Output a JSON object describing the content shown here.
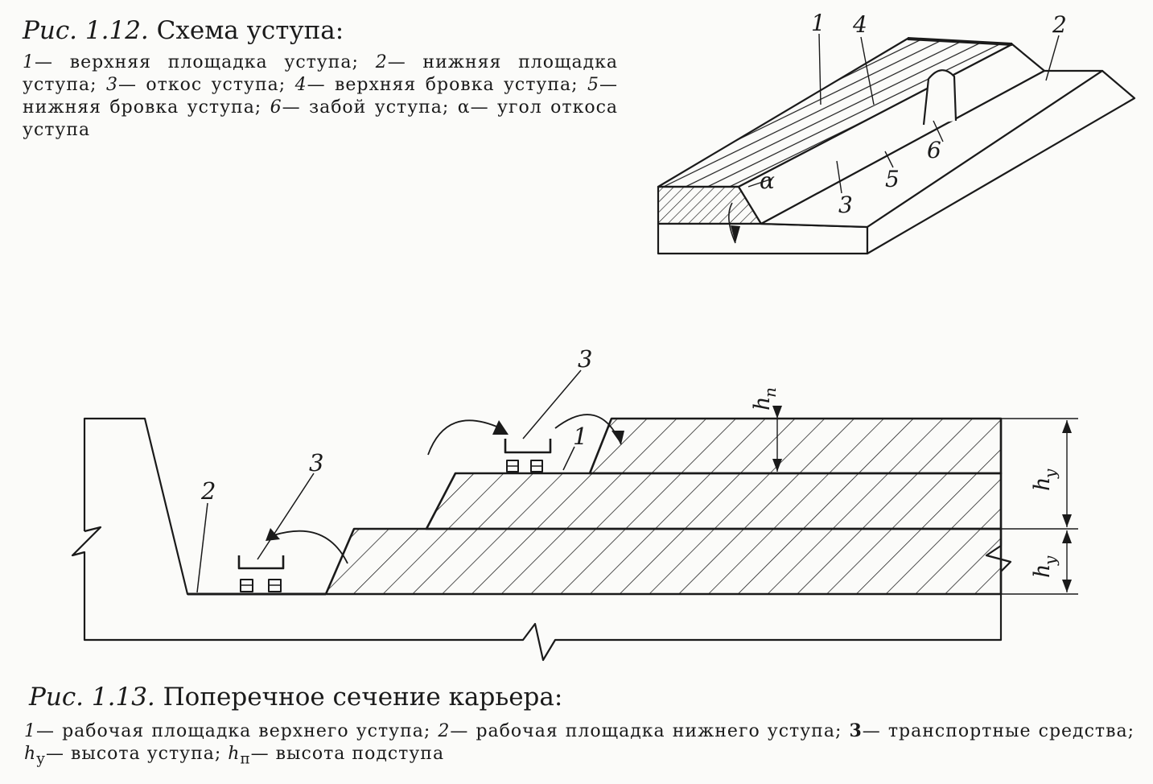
{
  "figure_1_12": {
    "caption_num": "Рис. 1.12.",
    "caption_title": "Схема уступа:",
    "legend": [
      {
        "key": "1",
        "text": "— верхняя площадка уступа;"
      },
      {
        "key": "2",
        "text": "— нижняя площадка уступа;"
      },
      {
        "key": "3",
        "text": "— откос уступа;"
      },
      {
        "key": "4",
        "text": "— верхняя бровка уступа;"
      },
      {
        "key": "5",
        "text": "— нижняя бровка уступа;"
      },
      {
        "key": "6",
        "text": "— забой уступа;"
      },
      {
        "key": "α",
        "text": "— угол откоса уступа"
      }
    ],
    "labels": [
      "1",
      "4",
      "2",
      "α",
      "6",
      "5",
      "3"
    ]
  },
  "figure_1_13": {
    "caption_num": "Рис. 1.13.",
    "caption_title": "Поперечное сечение карьера:",
    "legend": [
      {
        "key": "1",
        "text": "— рабочая площадка верхнего уступа;"
      },
      {
        "key": "2",
        "text": "— рабочая площадка нижнего уступа;"
      },
      {
        "key": "3",
        "text": "— транспортные средства;"
      },
      {
        "key": "h",
        "sub": "у",
        "text": "— высота уступа;"
      },
      {
        "key": "h",
        "sub": "п",
        "text": "— высота подступа"
      }
    ],
    "labels": {
      "platform_upper": "1",
      "platform_lower": "2",
      "transport_upper": "3",
      "transport_lower": "3",
      "h_sub": "h",
      "h_sub_index": "п",
      "h_y1": "h",
      "h_y1_index": "у",
      "h_y2": "h",
      "h_y2_index": "у"
    }
  }
}
